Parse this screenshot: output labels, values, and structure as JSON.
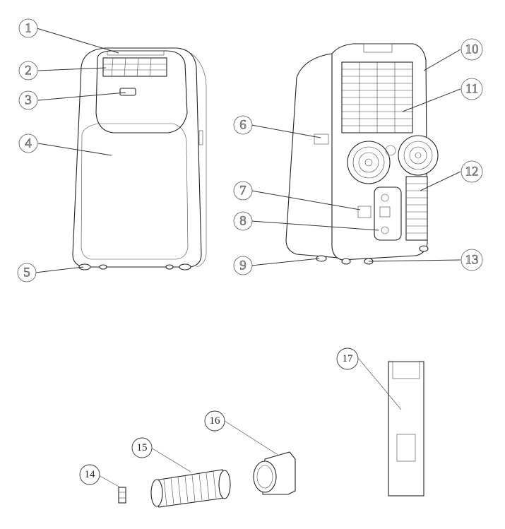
{
  "figure": {
    "callouts": [
      {
        "id": 1,
        "label": "1"
      },
      {
        "id": 2,
        "label": "2"
      },
      {
        "id": 3,
        "label": "3"
      },
      {
        "id": 4,
        "label": "4"
      },
      {
        "id": 5,
        "label": "5"
      },
      {
        "id": 6,
        "label": "6"
      },
      {
        "id": 7,
        "label": "7"
      },
      {
        "id": 8,
        "label": "8"
      },
      {
        "id": 9,
        "label": "9"
      },
      {
        "id": 10,
        "label": "10"
      },
      {
        "id": 11,
        "label": "11"
      },
      {
        "id": 12,
        "label": "12"
      },
      {
        "id": 13,
        "label": "13"
      },
      {
        "id": 14,
        "label": "14"
      },
      {
        "id": 15,
        "label": "15"
      },
      {
        "id": 16,
        "label": "16"
      },
      {
        "id": 17,
        "label": "17"
      }
    ],
    "colors": {
      "line": "#222222",
      "callout_fill_light": "#bbbbbb",
      "background": "#ffffff"
    }
  }
}
